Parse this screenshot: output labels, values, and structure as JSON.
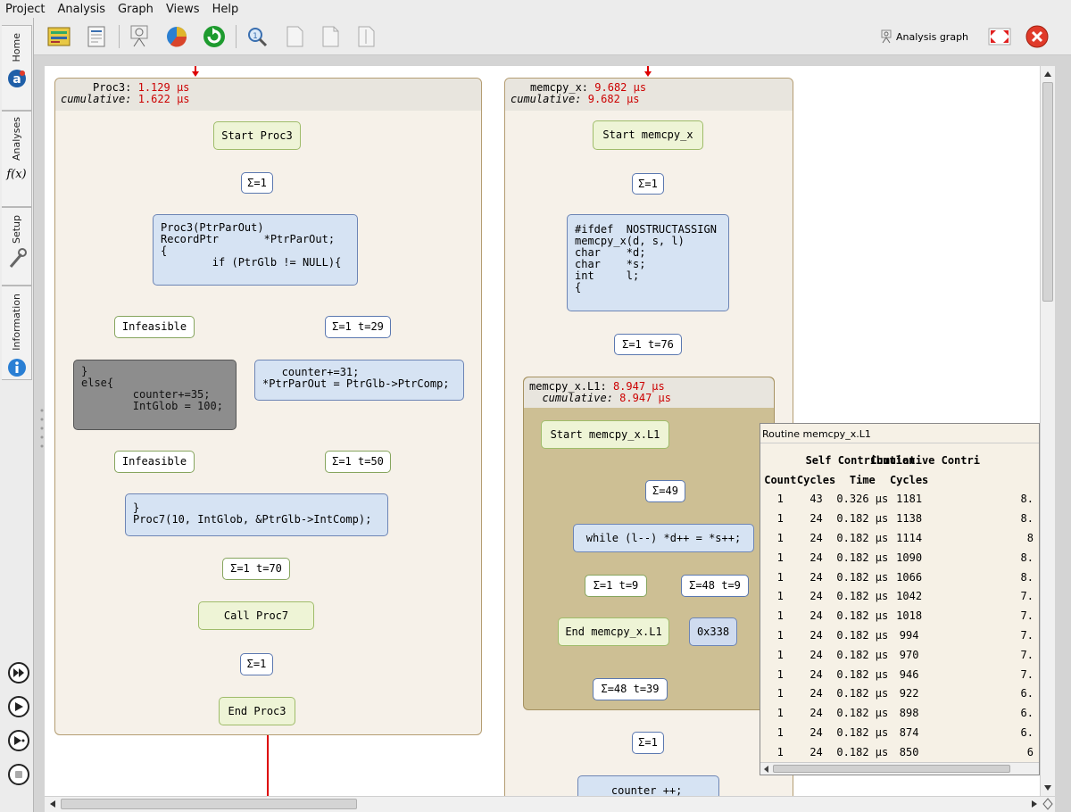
{
  "menu": [
    "Project",
    "Analysis",
    "Graph",
    "Views",
    "Help"
  ],
  "toolbar": {
    "analysis_graph_label": "Analysis graph"
  },
  "sidebar": {
    "tabs": [
      "Home",
      "Analyses",
      "Setup",
      "Information"
    ],
    "fx_label": "f(x)"
  },
  "left_group": {
    "self_label": "Proc3:",
    "self_value": "1.129 µs",
    "cum_label": "cumulative:",
    "cum_value": "1.622 µs",
    "start": "Start Proc3",
    "e1": "Σ=1",
    "code1": "Proc3(PtrParOut)\nRecordPtr       *PtrParOut;\n{\n        if (PtrGlb != NULL){",
    "infeasible1": "Infeasible",
    "e_right1": "Σ=1 t=29",
    "code_else": "}\nelse{\n        counter+=35;\n        IntGlob = 100;",
    "code_then": "   counter+=31;\n*PtrParOut = PtrGlb->PtrComp;",
    "infeasible2": "Infeasible",
    "e_right2": "Σ=1 t=50",
    "code_proc7": "}\nProc7(10, IntGlob, &PtrGlb->IntComp);",
    "e_proc7": "Σ=1 t=70",
    "call": "Call Proc7",
    "e_end": "Σ=1",
    "end": "End Proc3"
  },
  "right_group": {
    "self_label": "memcpy_x:",
    "self_value": "9.682 µs",
    "cum_label": "cumulative:",
    "cum_value": "9.682 µs",
    "start": "Start memcpy_x",
    "e1": "Σ=1",
    "code1": "#ifdef  NOSTRUCTASSIGN\nmemcpy_x(d, s, l)\nchar    *d;\nchar    *s;\nint     l;\n{",
    "e2": "Σ=1 t=76",
    "inner": {
      "self_label": "memcpy_x.L1:",
      "self_value": "8.947 µs",
      "cum_label": "cumulative:",
      "cum_value": "8.947 µs",
      "start": "Start memcpy_x.L1",
      "e1": "Σ=49",
      "loop": "while (l--) *d++ = *s++;",
      "e_left": "Σ=1 t=9",
      "e_right": "Σ=48 t=9",
      "end": "End memcpy_x.L1",
      "addr": "0x338",
      "e_exit": "Σ=48 t=39"
    },
    "e3": "Σ=1",
    "code2": "    counter ++;"
  },
  "popup": {
    "title": "Routine memcpy_x.L1",
    "group_headers": [
      "Self Contribution",
      "Cumulative Contri"
    ],
    "col_headers": [
      "Count",
      "Cycles",
      "Time",
      "Cycles"
    ],
    "rows": [
      [
        "1",
        "43",
        "0.326 µs",
        "1181",
        "8."
      ],
      [
        "1",
        "24",
        "0.182 µs",
        "1138",
        "8."
      ],
      [
        "1",
        "24",
        "0.182 µs",
        "1114",
        "8"
      ],
      [
        "1",
        "24",
        "0.182 µs",
        "1090",
        "8."
      ],
      [
        "1",
        "24",
        "0.182 µs",
        "1066",
        "8."
      ],
      [
        "1",
        "24",
        "0.182 µs",
        "1042",
        "7."
      ],
      [
        "1",
        "24",
        "0.182 µs",
        "1018",
        "7."
      ],
      [
        "1",
        "24",
        "0.182 µs",
        "994",
        "7."
      ],
      [
        "1",
        "24",
        "0.182 µs",
        "970",
        "7."
      ],
      [
        "1",
        "24",
        "0.182 µs",
        "946",
        "7."
      ],
      [
        "1",
        "24",
        "0.182 µs",
        "922",
        "6."
      ],
      [
        "1",
        "24",
        "0.182 µs",
        "898",
        "6."
      ],
      [
        "1",
        "24",
        "0.182 µs",
        "874",
        "6."
      ],
      [
        "1",
        "24",
        "0.182 µs",
        "850",
        "6"
      ]
    ]
  }
}
